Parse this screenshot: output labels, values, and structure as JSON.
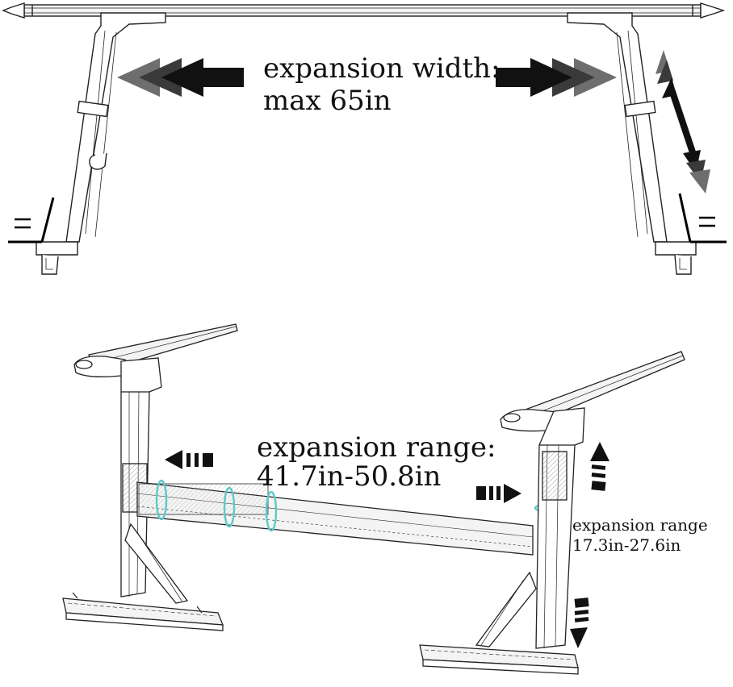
{
  "top_view": {
    "width_label_line1": "expansion width:",
    "width_label_line2": "max 65in"
  },
  "bottom_view": {
    "range_label_line1": "expansion range:",
    "range_label_line2": "41.7in-50.8in",
    "vertical_label_line1": "expansion range",
    "vertical_label_line2": "17.3in-27.6in"
  },
  "colors": {
    "line": "#222222",
    "arrow_dark": "#111111",
    "arrow_mid": "#3a3a3a",
    "arrow_light": "#6e6e6e",
    "clamp_accent": "#5fc8c8",
    "fill_light": "#f4f4f4"
  },
  "icons": {
    "arrow_left": "triple-chevron-left-icon",
    "arrow_right": "triple-chevron-right-icon",
    "arrow_vertical": "double-headed-arrow-icon",
    "arrow_up": "striped-arrow-up-icon",
    "arrow_down": "striped-arrow-down-icon"
  }
}
